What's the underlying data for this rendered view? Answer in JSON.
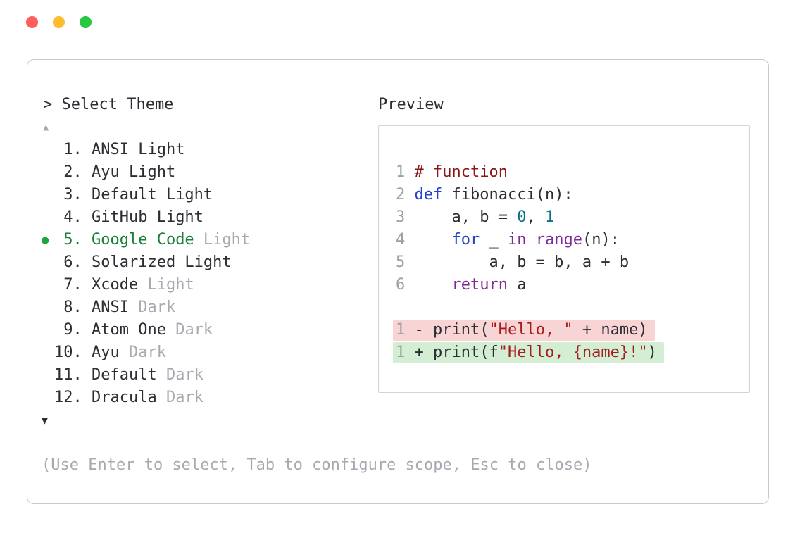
{
  "window": {
    "traffic_lights": [
      {
        "name": "close"
      },
      {
        "name": "minimize"
      },
      {
        "name": "zoom"
      }
    ]
  },
  "selector": {
    "prompt": "> Select Theme",
    "scroll_up_icon": "▲",
    "scroll_down_icon": "▼",
    "selected_marker_icon": "●",
    "items": [
      {
        "number": " 1.",
        "selected": false,
        "parts": [
          {
            "text": "ANSI Light",
            "style": "normal"
          }
        ]
      },
      {
        "number": " 2.",
        "selected": false,
        "parts": [
          {
            "text": "Ayu Light",
            "style": "normal"
          }
        ]
      },
      {
        "number": " 3.",
        "selected": false,
        "parts": [
          {
            "text": "Default Light",
            "style": "normal"
          }
        ]
      },
      {
        "number": " 4.",
        "selected": false,
        "parts": [
          {
            "text": "GitHub Light",
            "style": "normal"
          }
        ]
      },
      {
        "number": " 5.",
        "selected": true,
        "parts": [
          {
            "text": "Google Code",
            "style": "selected"
          },
          {
            "text": " Light",
            "style": "muted"
          }
        ]
      },
      {
        "number": " 6.",
        "selected": false,
        "parts": [
          {
            "text": "Solarized Light",
            "style": "normal"
          }
        ]
      },
      {
        "number": " 7.",
        "selected": false,
        "parts": [
          {
            "text": "Xcode",
            "style": "normal"
          },
          {
            "text": " Light",
            "style": "muted"
          }
        ]
      },
      {
        "number": " 8.",
        "selected": false,
        "parts": [
          {
            "text": "ANSI",
            "style": "normal"
          },
          {
            "text": " Dark",
            "style": "muted"
          }
        ]
      },
      {
        "number": " 9.",
        "selected": false,
        "parts": [
          {
            "text": "Atom One",
            "style": "normal"
          },
          {
            "text": " Dark",
            "style": "muted"
          }
        ]
      },
      {
        "number": "10.",
        "selected": false,
        "parts": [
          {
            "text": "Ayu",
            "style": "normal"
          },
          {
            "text": " Dark",
            "style": "muted"
          }
        ]
      },
      {
        "number": "11.",
        "selected": false,
        "parts": [
          {
            "text": "Default",
            "style": "normal"
          },
          {
            "text": " Dark",
            "style": "muted"
          }
        ]
      },
      {
        "number": "12.",
        "selected": false,
        "parts": [
          {
            "text": "Dracula",
            "style": "normal"
          },
          {
            "text": " Dark",
            "style": "muted"
          }
        ]
      }
    ],
    "hint": "(Use Enter to select, Tab to configure scope, Esc to close)"
  },
  "preview": {
    "label": "Preview",
    "code_lines": [
      {
        "number": "1",
        "tokens": [
          {
            "text": "# function",
            "style": "comment"
          }
        ]
      },
      {
        "number": "2",
        "tokens": [
          {
            "text": "def",
            "style": "kw"
          },
          {
            "text": " fibonacci(n):",
            "style": "plain"
          }
        ]
      },
      {
        "number": "3",
        "tokens": [
          {
            "text": "    a, b = ",
            "style": "plain"
          },
          {
            "text": "0",
            "style": "lit"
          },
          {
            "text": ", ",
            "style": "plain"
          },
          {
            "text": "1",
            "style": "lit"
          }
        ]
      },
      {
        "number": "4",
        "tokens": [
          {
            "text": "    ",
            "style": "plain"
          },
          {
            "text": "for",
            "style": "kw"
          },
          {
            "text": " _ ",
            "style": "plain"
          },
          {
            "text": "in",
            "style": "kw2"
          },
          {
            "text": " ",
            "style": "plain"
          },
          {
            "text": "range",
            "style": "kw2"
          },
          {
            "text": "(n):",
            "style": "plain"
          }
        ]
      },
      {
        "number": "5",
        "tokens": [
          {
            "text": "        a, b = b, a + b",
            "style": "plain"
          }
        ]
      },
      {
        "number": "6",
        "tokens": [
          {
            "text": "    ",
            "style": "plain"
          },
          {
            "text": "return",
            "style": "kw2"
          },
          {
            "text": " a",
            "style": "plain"
          }
        ]
      }
    ],
    "diff_lines": [
      {
        "number": "1",
        "type": "removed",
        "tokens": [
          {
            "text": "- print(",
            "style": "plain"
          },
          {
            "text": "\"Hello, \"",
            "style": "str"
          },
          {
            "text": " + name)",
            "style": "plain"
          }
        ]
      },
      {
        "number": "1",
        "type": "added",
        "tokens": [
          {
            "text": "+ print(f",
            "style": "plain"
          },
          {
            "text": "\"Hello, {name}!\"",
            "style": "str"
          },
          {
            "text": ")",
            "style": "plain"
          }
        ]
      }
    ]
  },
  "colors": {
    "accent_green": "#188038",
    "selected_dot_green": "#1ca73c",
    "text_dark": "#2b2e33",
    "muted_gray": "#a6aab0",
    "line_number_gray": "#9ca1a6",
    "panel_border": "#c8c9ce",
    "preview_border": "#d3d4d8",
    "traffic_red": "#ff5f57",
    "traffic_yellow": "#febc2e",
    "traffic_green": "#28c840",
    "diff_removed_bg": "#f9d4d5",
    "diff_added_bg": "#d3eed3",
    "code_comment": "#8a1616",
    "code_keyword": "#2440cc",
    "code_keyword_alt": "#7e2a96",
    "code_literal": "#0b7285",
    "code_string": "#a51b1b"
  }
}
